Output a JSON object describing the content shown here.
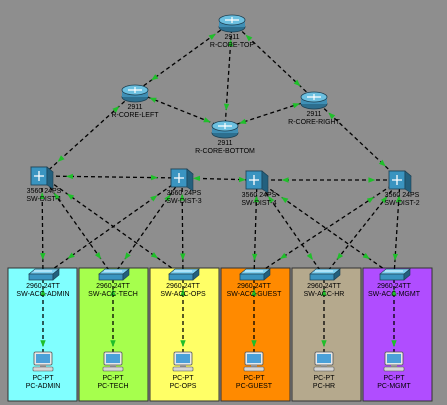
{
  "colors": {
    "background": "#8e8e8e",
    "link": "#000000",
    "port_up": "#1fbf2a",
    "vlan_admin": "#80ffff",
    "vlan_tech": "#a6ff4d",
    "vlan_ops": "#ffff66",
    "vlan_guest": "#ff8a00",
    "vlan_hr": "#b5a98d",
    "vlan_mgmt": "#b04dff"
  },
  "routers": [
    {
      "id": "top",
      "model": "2911",
      "name": "R-CORE-TOP"
    },
    {
      "id": "left",
      "model": "2911",
      "name": "R-CORE-LEFT"
    },
    {
      "id": "bottom",
      "model": "2911",
      "name": "R-CORE-BOTTOM"
    },
    {
      "id": "right",
      "model": "2911",
      "name": "R-CORE-RIGHT"
    }
  ],
  "dist_switches": [
    {
      "id": "d1",
      "model": "3560 24PS",
      "name": "SW-DIST-1"
    },
    {
      "id": "d3",
      "model": "3560 24PS",
      "name": "SW-DIST-3"
    },
    {
      "id": "d4",
      "model": "3560 24PS",
      "name": "SW-DIST-4"
    },
    {
      "id": "d2",
      "model": "3560 24PS",
      "name": "SW-DIST-2"
    }
  ],
  "access_switches": [
    {
      "id": "admin",
      "model": "2960 24TT",
      "name": "SW-ACC-ADMIN",
      "icon": "access-switch-icon"
    },
    {
      "id": "tech",
      "model": "2960 24TT",
      "name": "SW-ACC-TECH",
      "icon": "access-switch-icon"
    },
    {
      "id": "ops",
      "model": "2960 24TT",
      "name": "SW-ACC-OPS",
      "icon": "access-switch-icon"
    },
    {
      "id": "guest",
      "model": "2960 24TT",
      "name": "SW-ACC-GUEST",
      "icon": "access-switch-icon"
    },
    {
      "id": "hr",
      "model": "2960 24TT",
      "name": "SW-ACC-HR",
      "icon": "access-switch-icon"
    },
    {
      "id": "mgmt",
      "model": "2960 24TT",
      "name": "SW-ACC-MGMT",
      "icon": "access-switch-icon"
    }
  ],
  "pcs": [
    {
      "id": "pc-admin",
      "model": "PC-PT",
      "name": "PC-ADMIN"
    },
    {
      "id": "pc-tech",
      "model": "PC-PT",
      "name": "PC-TECH"
    },
    {
      "id": "pc-ops",
      "model": "PC-PT",
      "name": "PC-OPS"
    },
    {
      "id": "pc-guest",
      "model": "PC-PT",
      "name": "PC-GUEST"
    },
    {
      "id": "pc-hr",
      "model": "PC-PT",
      "name": "PC-HR"
    },
    {
      "id": "pc-mgmt",
      "model": "PC-PT",
      "name": "PC-MGMT"
    }
  ],
  "links": {
    "router_core": [
      [
        "top",
        "left"
      ],
      [
        "top",
        "right"
      ],
      [
        "top",
        "bottom"
      ],
      [
        "left",
        "bottom"
      ],
      [
        "right",
        "bottom"
      ],
      [
        "left",
        "d1"
      ],
      [
        "right",
        "d2"
      ]
    ],
    "dist_chain": [
      [
        "d1",
        "d3"
      ],
      [
        "d3",
        "d4"
      ],
      [
        "d4",
        "d2"
      ]
    ],
    "access_uplinks": [
      [
        "admin",
        "d1"
      ],
      [
        "admin",
        "d3"
      ],
      [
        "tech",
        "d1"
      ],
      [
        "tech",
        "d3"
      ],
      [
        "ops",
        "d1"
      ],
      [
        "ops",
        "d3"
      ],
      [
        "guest",
        "d4"
      ],
      [
        "guest",
        "d2"
      ],
      [
        "hr",
        "d4"
      ],
      [
        "hr",
        "d2"
      ],
      [
        "mgmt",
        "d4"
      ],
      [
        "mgmt",
        "d2"
      ]
    ],
    "pc_links": [
      [
        "pc-admin",
        "admin"
      ],
      [
        "pc-tech",
        "tech"
      ],
      [
        "pc-ops",
        "ops"
      ],
      [
        "pc-guest",
        "guest"
      ],
      [
        "pc-hr",
        "hr"
      ],
      [
        "pc-mgmt",
        "mgmt"
      ]
    ]
  }
}
